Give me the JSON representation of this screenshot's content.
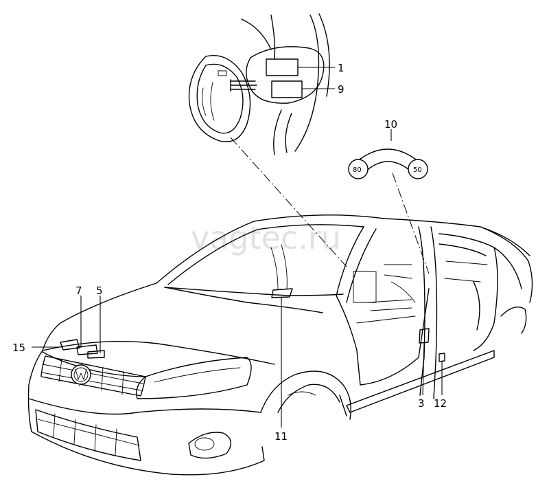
{
  "watermark": "vagtec.ru",
  "callouts": {
    "c1": "1",
    "c9": "9",
    "c10": "10",
    "c7": "7",
    "c5": "5",
    "c15": "15",
    "c3": "3",
    "c12": "12",
    "c11": "11"
  },
  "sticker_badges": {
    "left": "80",
    "right": "50"
  },
  "icons": {
    "brand": "vw-logo-icon"
  }
}
